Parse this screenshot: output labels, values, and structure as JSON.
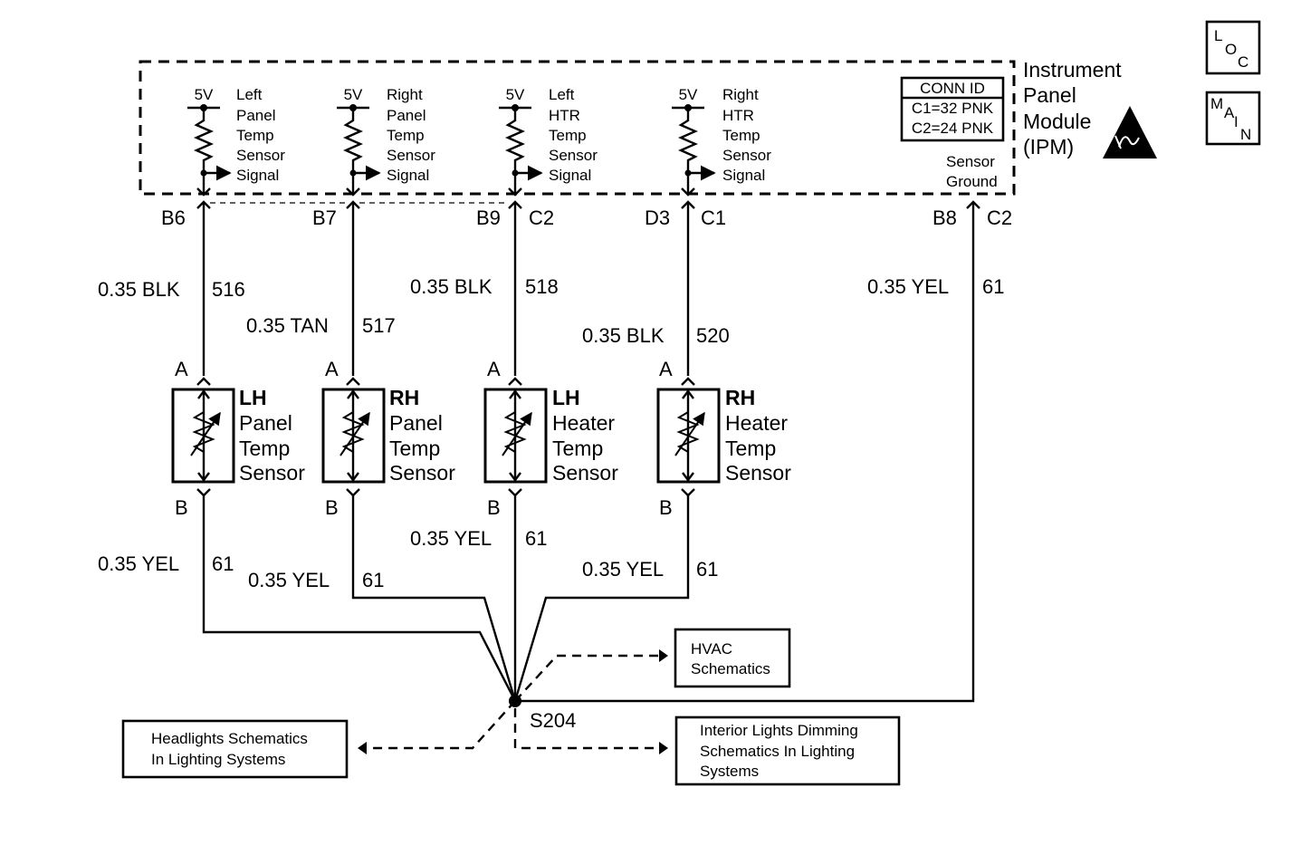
{
  "colors": {
    "ink": "#000000",
    "background": "#ffffff"
  },
  "module": {
    "name_lines": [
      "Instrument",
      "Panel",
      "Module",
      "(IPM)"
    ],
    "conn_id": {
      "title": "CONN ID",
      "rows": [
        "C1=32 PNK",
        "C2=24 PNK"
      ]
    },
    "ground_label": [
      "Sensor",
      "Ground"
    ],
    "supply_label": "5V",
    "esd_icon": "esd-warning-icon"
  },
  "badges": {
    "loc": [
      "L",
      "O",
      "C"
    ],
    "main": [
      "M",
      "A",
      "I",
      "N"
    ]
  },
  "circuits": [
    {
      "internal": [
        "Left",
        "Panel",
        "Temp",
        "Sensor",
        "Signal"
      ],
      "pins": [
        "B6",
        ""
      ],
      "wire_top": "0.35 BLK",
      "circuit_top": "516",
      "pin_a": "A",
      "pin_b": "B",
      "sensor": [
        "LH",
        "Panel",
        "Temp",
        "Sensor"
      ],
      "wire_bottom": "0.35 YEL",
      "circuit_bottom": "61"
    },
    {
      "internal": [
        "Right",
        "Panel",
        "Temp",
        "Sensor",
        "Signal"
      ],
      "pins": [
        "B7",
        ""
      ],
      "wire_top": "0.35 TAN",
      "circuit_top": "517",
      "pin_a": "A",
      "pin_b": "B",
      "sensor": [
        "RH",
        "Panel",
        "Temp",
        "Sensor"
      ],
      "wire_bottom": "0.35 YEL",
      "circuit_bottom": "61"
    },
    {
      "internal": [
        "Left",
        "HTR",
        "Temp",
        "Sensor",
        "Signal"
      ],
      "pins": [
        "B9",
        "C2"
      ],
      "wire_top": "0.35 BLK",
      "circuit_top": "518",
      "pin_a": "A",
      "pin_b": "B",
      "sensor": [
        "LH",
        "Heater",
        "Temp",
        "Sensor"
      ],
      "wire_bottom": "0.35 YEL",
      "circuit_bottom": "61"
    },
    {
      "internal": [
        "Right",
        "HTR",
        "Temp",
        "Sensor",
        "Signal"
      ],
      "pins": [
        "D3",
        "C1"
      ],
      "wire_top": "0.35 BLK",
      "circuit_top": "520",
      "pin_a": "A",
      "pin_b": "B",
      "sensor": [
        "RH",
        "Heater",
        "Temp",
        "Sensor"
      ],
      "wire_bottom": "0.35 YEL",
      "circuit_bottom": "61"
    }
  ],
  "ground_circuit": {
    "pins": [
      "B8",
      "C2"
    ],
    "wire": "0.35 YEL",
    "circuit": "61"
  },
  "splice": {
    "label": "S204"
  },
  "references": {
    "hvac": [
      "HVAC",
      "Schematics"
    ],
    "headlights": [
      "Headlights Schematics",
      "In Lighting Systems"
    ],
    "interior": [
      "Interior Lights Dimming",
      "Schematics In Lighting",
      "Systems"
    ]
  }
}
